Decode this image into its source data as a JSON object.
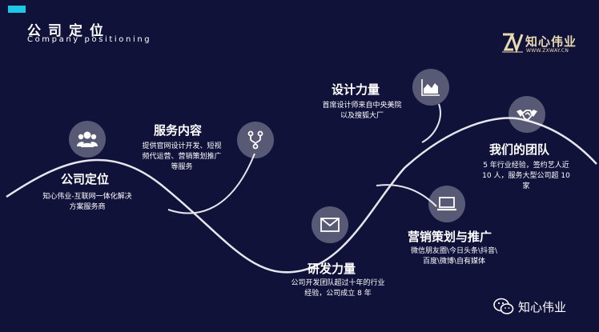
{
  "header": {
    "title": "公司定位",
    "subtitle": "Company positioning"
  },
  "brand": {
    "name": "知心伟业",
    "url": "WWW.ZXWAY.CN",
    "logo_letters": "ZV",
    "logo_color": "#e8d9b0",
    "accent_color": "#1fc7e6",
    "background_color": "#11123a"
  },
  "sections": {
    "positioning": {
      "icon": "group-icon",
      "title": "公司定位",
      "lines": [
        "知心伟业-互联网一体化解决",
        "方案服务商"
      ]
    },
    "services": {
      "icon": "flow-branch-icon",
      "title": "服务内容",
      "lines": [
        "提供官网设计开发、短视",
        "频代运营、营销策划推广",
        "等服务"
      ]
    },
    "design": {
      "icon": "area-chart-icon",
      "title": "设计力量",
      "lines": [
        "首席设计师来自中央美院",
        "以及搜狐大厂"
      ]
    },
    "rnd": {
      "icon": "mail-icon",
      "title": "研发力量",
      "lines": [
        "公司开发团队超过十年的行业",
        "经验，公司成立 8 年"
      ]
    },
    "marketing": {
      "icon": "laptop-icon",
      "title": "营销策划与推广",
      "lines": [
        "微信朋友圈\\今日头条\\抖音\\",
        "百度\\微博\\自有媒体"
      ]
    },
    "team": {
      "icon": "handshake-icon",
      "title": "我们的团队",
      "lines": [
        "5 年行业经验，签约艺人近",
        "10 人，服务大型公司超 10",
        "家"
      ]
    }
  },
  "footer": {
    "icon": "wechat-icon",
    "label": "知心伟业"
  }
}
